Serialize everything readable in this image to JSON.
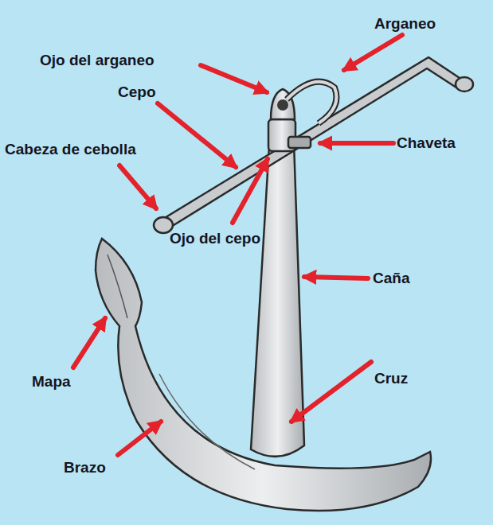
{
  "diagram": {
    "labels": [
      "Arganeo",
      "Ojo del arganeo",
      "Cepo",
      "Chaveta",
      "Cabeza de cebolla",
      "Ojo del cepo",
      "Caña",
      "Mapa",
      "Cruz",
      "Brazo"
    ]
  }
}
